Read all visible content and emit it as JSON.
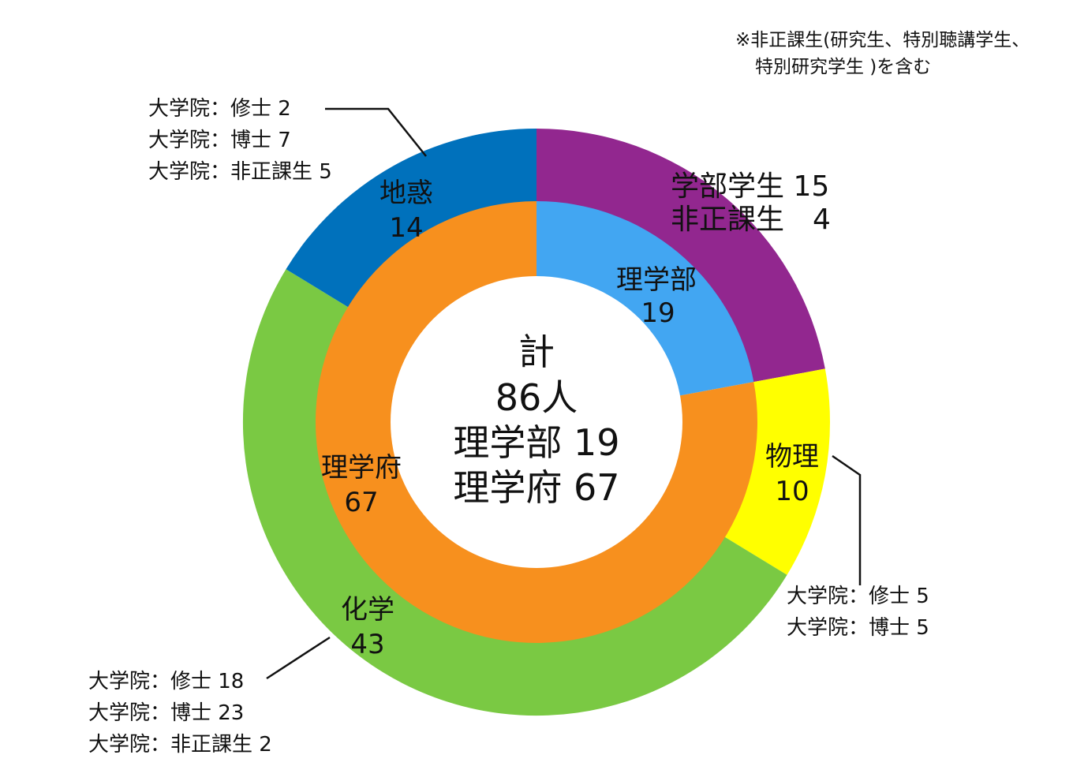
{
  "chart_data": {
    "type": "pie",
    "subtype": "nested-donut",
    "note": [
      "※非正課生(研究生、特別聴講学生、",
      "特別研究学生 )を含む"
    ],
    "center": [
      "計",
      "86人",
      "理学部 19",
      "理学府 67"
    ],
    "inner": [
      {
        "label": "理学部",
        "value": 19,
        "color": "#42A6F2"
      },
      {
        "label": "理学府",
        "value": 67,
        "color": "#F7901E"
      }
    ],
    "outer": [
      {
        "label": "",
        "value": 19,
        "color": "#92278F",
        "details": [
          "学部学生 15",
          "非正課生　4"
        ]
      },
      {
        "label": "物理",
        "value": 10,
        "color": "#FFFF00",
        "details": [
          "大学院：修士 5",
          "大学院：博士 5"
        ]
      },
      {
        "label": "化学",
        "value": 43,
        "color": "#7AC943",
        "details": [
          "大学院：修士 18",
          "大学院：博士 23",
          "大学院：非正課生 2"
        ]
      },
      {
        "label": "地惑",
        "value": 14,
        "color": "#0071BC",
        "details": [
          "大学院：修士 2",
          "大学院：博士 7",
          "大学院：非正課生 5"
        ]
      }
    ]
  }
}
